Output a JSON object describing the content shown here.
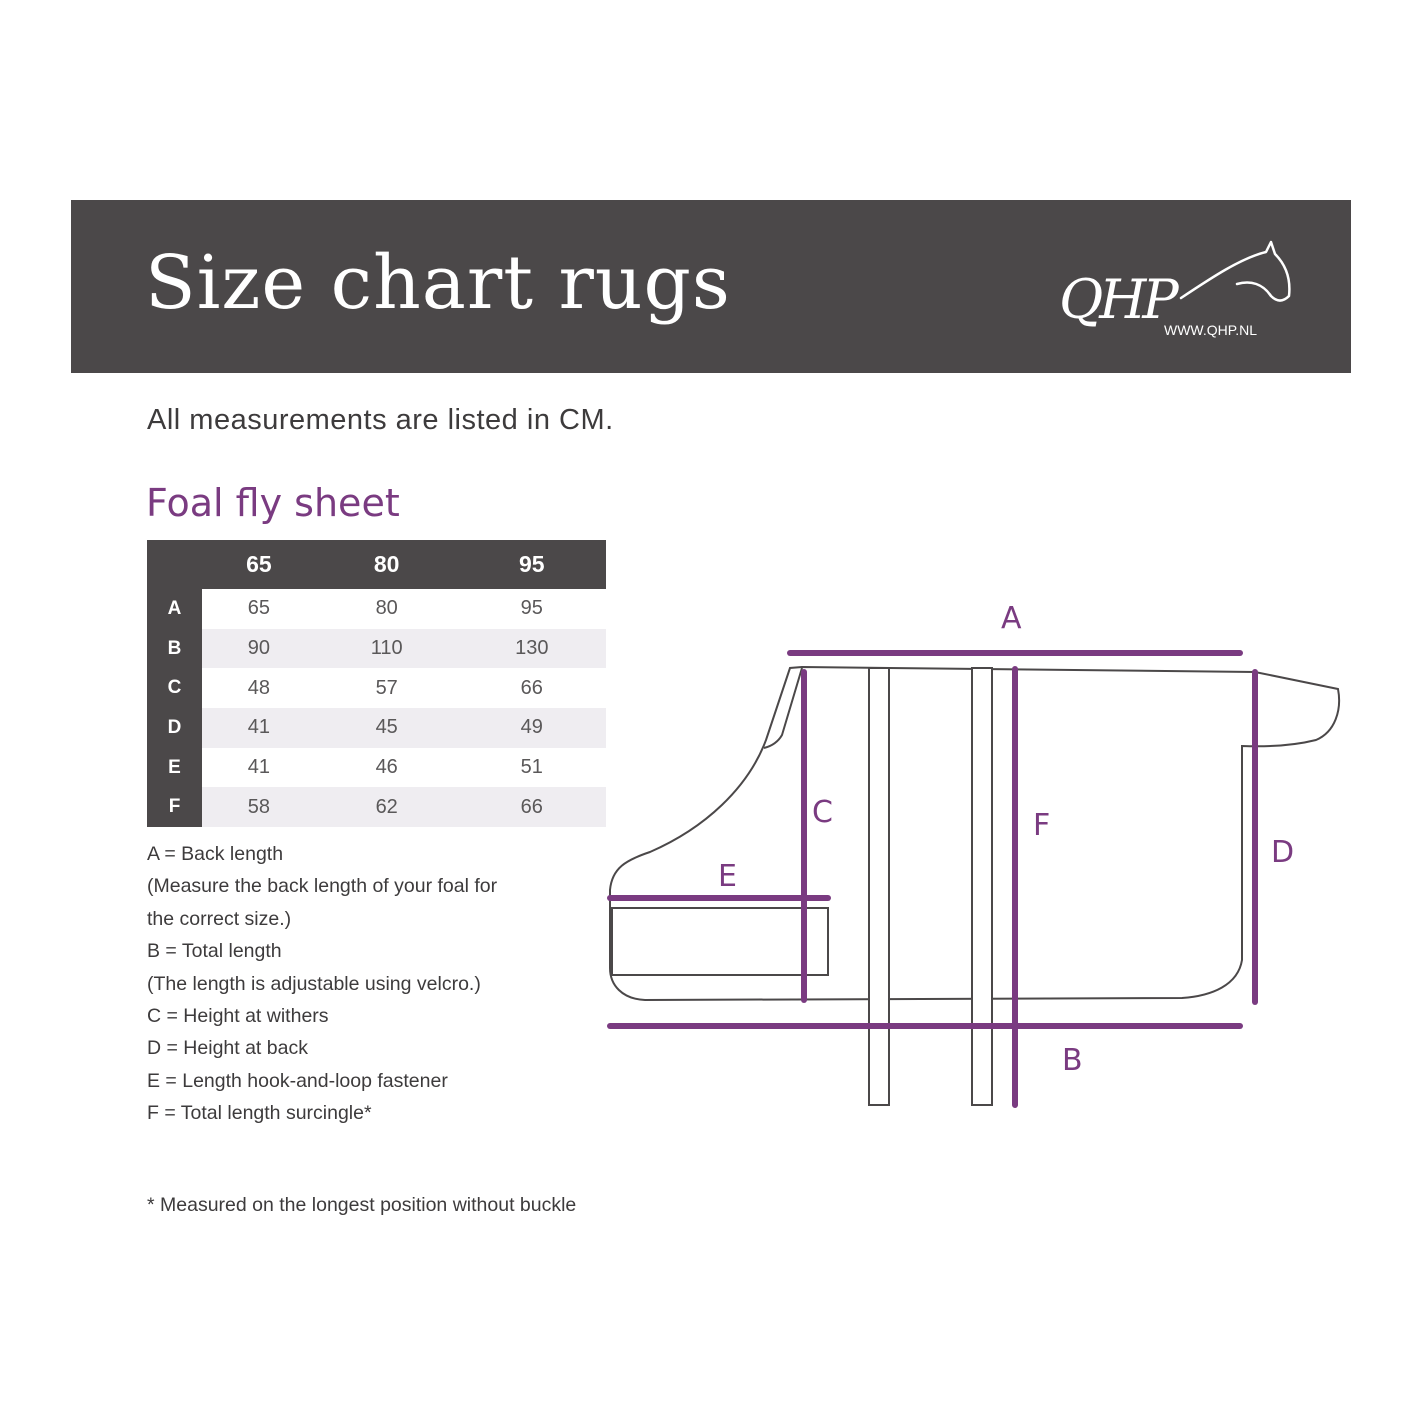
{
  "header": {
    "title": "Size chart rugs",
    "logo_text": "QHP",
    "logo_url": "WWW.QHP.NL"
  },
  "intro": "All measurements are listed in CM.",
  "section_title": "Foal fly sheet",
  "table": {
    "columns": [
      "65",
      "80",
      "95"
    ],
    "rows": [
      {
        "label": "A",
        "values": [
          "65",
          "80",
          "95"
        ]
      },
      {
        "label": "B",
        "values": [
          "90",
          "110",
          "130"
        ]
      },
      {
        "label": "C",
        "values": [
          "48",
          "57",
          "66"
        ]
      },
      {
        "label": "D",
        "values": [
          "41",
          "45",
          "49"
        ]
      },
      {
        "label": "E",
        "values": [
          "41",
          "46",
          "51"
        ]
      },
      {
        "label": "F",
        "values": [
          "58",
          "62",
          "66"
        ]
      }
    ]
  },
  "legend": [
    "A = Back length",
    "(Measure the back length of your foal for",
    "the correct size.)",
    "B = Total length",
    "(The length is adjustable using velcro.)",
    "C = Height at withers",
    "D = Height at back",
    "E  = Length hook-and-loop fastener",
    "F  = Total length surcingle*"
  ],
  "footnote": "* Measured on the longest position without buckle",
  "diagram": {
    "labels": {
      "a": "A",
      "b": "B",
      "c": "C",
      "d": "D",
      "e": "E",
      "f": "F"
    }
  },
  "colors": {
    "banner": "#4b4849",
    "accent": "#7a3b81",
    "row_alt": "#efedf1",
    "text": "#3d3b3c"
  }
}
